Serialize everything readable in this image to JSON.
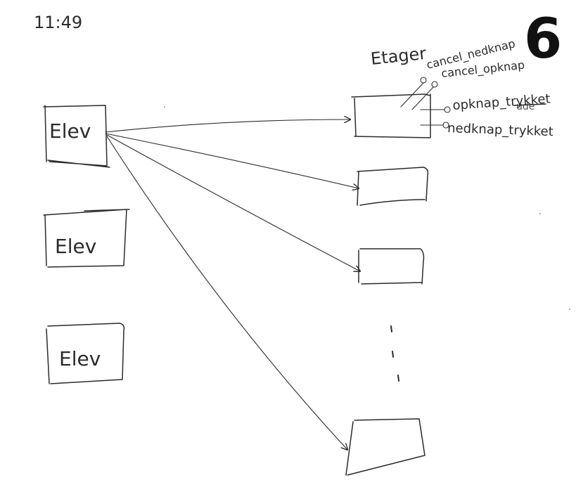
{
  "time": "11:49",
  "page_number": "6",
  "elevator_label": "Elev",
  "floors_label": "Etager",
  "floor_attributes": [
    "cancel_nedknap",
    "cancel_opknap",
    "opknap_trykket",
    "nedknap_trykket"
  ],
  "struck_word": "ude",
  "continuation": "⋮"
}
